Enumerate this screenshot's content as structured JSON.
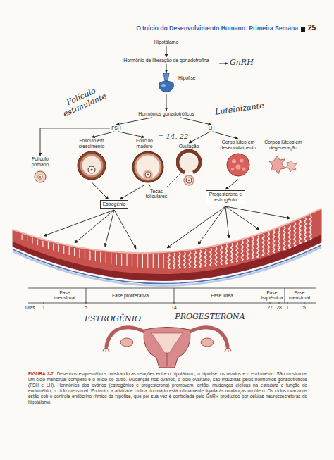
{
  "diagram": {
    "caption": "Desenhos esquemáticos mostrando as relações entre o hipotálamo, a hipófise, os ovários e o endométrio. São mostrados um ciclo menstrual completo e o início do outro. Mudanças nos ovários, o ciclo ovariano, são induzidas pelos hormônios gonadotróficos (FSH e LH). Hormônios dos ovários (estrogênios e progesterona) promovem, então, mudanças cíclicas na estrutura e função do endométrio, o ciclo menstrual. Portanto, a atividade cíclica do ovário está intimamente ligada às mudanças no útero. Os ciclos ovarianos estão sob o controle endócrino rítmico da hipófise, que por sua vez é controlada pelo GnRH produzido por células neurossecretoras do hipotálamo.",
    "nodes": [
      {
        "text": [
          "Hipotálamo"
        ]
      },
      {
        "text": [
          "Hormônio de liberação de gonadotrofina"
        ]
      },
      {
        "text": [
          "Hipófise"
        ]
      },
      {
        "text": [
          "Hormônios gonadotróficos"
        ]
      },
      {
        "text": [
          "FSH"
        ]
      },
      {
        "text": [
          "LH"
        ]
      },
      {
        "text": [
          "Folículo primário"
        ]
      },
      {
        "text": [
          "Folículo em crescimento"
        ]
      },
      {
        "text": [
          "Folículo maduro"
        ]
      },
      {
        "text": [
          "Ovulação"
        ]
      },
      {
        "text": [
          "Corpo lúteo em desenvolvimento"
        ]
      },
      {
        "text": [
          "Corpos lúteos em degeneração"
        ]
      },
      {
        "text": [
          "Estrogênio"
        ]
      },
      {
        "text": [
          "Progesterona e estrogênio"
        ]
      }
    ],
    "edges": [
      {
        "from": 0,
        "to": 1,
        "arrow": "to"
      },
      {
        "from": 1,
        "to": 2,
        "arrow": "to"
      },
      {
        "from": 2,
        "to": 3,
        "arrow": "to"
      },
      {
        "from": 3,
        "to": 4,
        "arrow": "to"
      },
      {
        "from": 3,
        "to": 5,
        "arrow": "to"
      },
      {
        "from": 4,
        "to": 6,
        "arrow": "to"
      },
      {
        "from": 4,
        "to": 7,
        "arrow": "to"
      },
      {
        "from": 4,
        "to": 8,
        "arrow": "to"
      },
      {
        "from": 5,
        "to": 9,
        "arrow": "to"
      },
      {
        "from": 5,
        "to": 10,
        "arrow": "to"
      },
      {
        "from": 7,
        "to": 12,
        "arrow": "to"
      },
      {
        "from": 8,
        "to": 12,
        "arrow": "to"
      },
      {
        "from": 10,
        "to": 13,
        "arrow": "to"
      }
    ],
    "labels": [
      "O Início do Desenvolvimento Humano: Primeira Semana",
      "25",
      "GnRH",
      "Folículo estimulante",
      "Luteinizante",
      "= 14, 22",
      "Tecas foliculares",
      "Fase menstrual",
      "Fase proliferativa",
      "Fase lútea",
      "Fase isquêmica",
      "Fase menstrual",
      "Dias",
      "1",
      "5",
      "14",
      "27",
      "28",
      "1",
      "5",
      "ESTROGÊNIO",
      "PROGESTERONA",
      "FIGURA 2-7."
    ]
  }
}
